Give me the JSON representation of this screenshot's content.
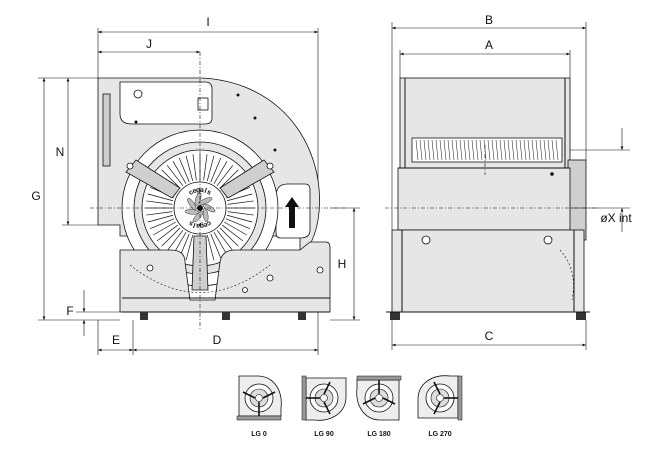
{
  "dimensions": {
    "I": "I",
    "J": "J",
    "B": "B",
    "A": "A",
    "N": "N",
    "G": "G",
    "H": "H",
    "F": "F",
    "E": "E",
    "D": "D",
    "C": "C",
    "X": "øX int"
  },
  "orientations": [
    {
      "label": "LG 0"
    },
    {
      "label": "LG 90"
    },
    {
      "label": "LG 180"
    },
    {
      "label": "LG 270"
    }
  ],
  "motor_text": [
    "c",
    "e",
    "g",
    "a",
    "l",
    "s"
  ]
}
